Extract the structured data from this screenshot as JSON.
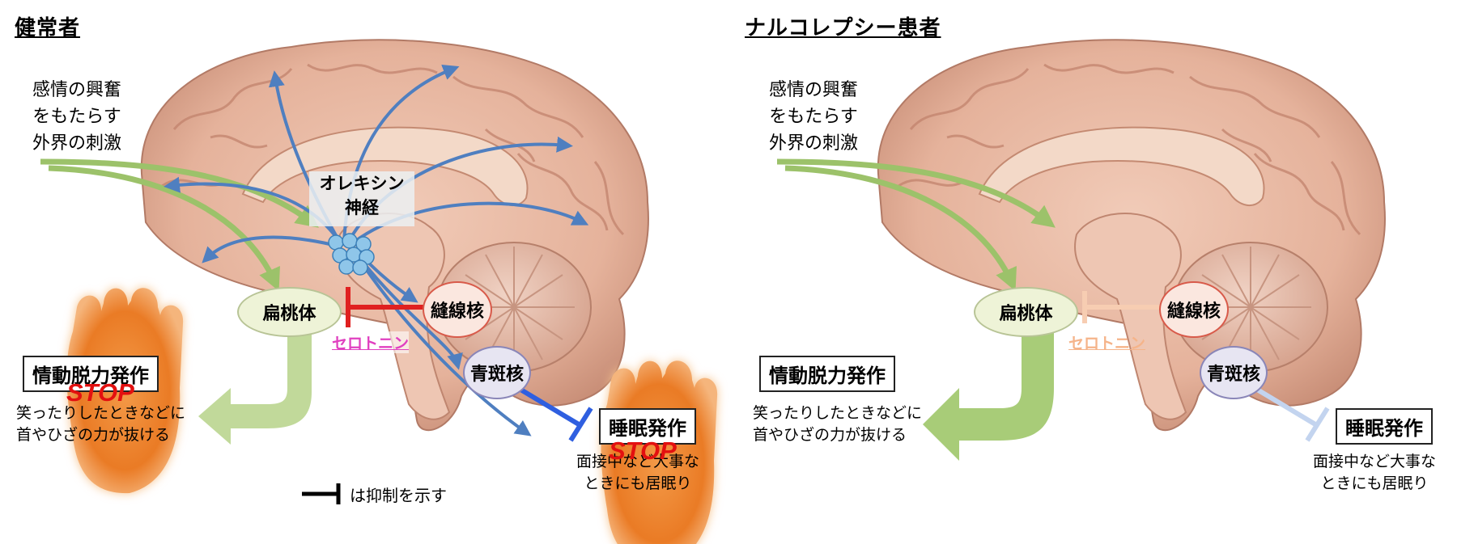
{
  "left": {
    "title": "健常者",
    "stimulus": [
      "感情の興奮",
      "をもたらす",
      "外界の刺激"
    ],
    "orexin_label": [
      "オレキシン",
      "神経"
    ],
    "amygdala": "扁桃体",
    "raphe": "縫線核",
    "locus": "青斑核",
    "serotonin": "セロトニン",
    "cataplexy": "情動脱力発作",
    "cataplexy_desc": [
      "笑ったりしたときなどに",
      "首やひざの力が抜ける"
    ],
    "sleep": "睡眠発作",
    "sleep_desc": [
      "面接中など大事な",
      "ときにも居眠り"
    ],
    "stop1": "STOP",
    "stop2": "STOP",
    "legend": "は抑制を示す"
  },
  "right": {
    "title": "ナルコレプシー患者",
    "stimulus": [
      "感情の興奮",
      "をもたらす",
      "外界の刺激"
    ],
    "amygdala": "扁桃体",
    "raphe": "縫線核",
    "locus": "青斑核",
    "serotonin": "セロトニン",
    "cataplexy": "情動脱力発作",
    "cataplexy_desc": [
      "笑ったりしたときなどに",
      "首やひざの力が抜ける"
    ],
    "sleep": "睡眠発作",
    "sleep_desc": [
      "面接中など大事な",
      "ときにも居眠り"
    ]
  },
  "colors": {
    "brain": "#e8b9a4",
    "brain_dark": "#c98f78",
    "green_arrow": "#9cc26a",
    "blue_arrow": "#4f7fc0",
    "inhibit_red": "#e02020",
    "inhibit_blue": "#2f5fe0",
    "serotonin_pink": "#e040c0",
    "serotonin_faded": "#f5b48a",
    "hand": "#f08a36"
  }
}
